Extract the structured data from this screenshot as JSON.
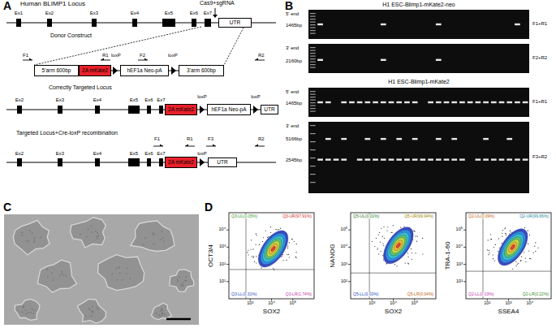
{
  "diagram": {
    "nodes": [
      {
        "text": [
          "UTR"
        ]
      },
      {
        "text": [
          "5'arm 600bp"
        ]
      },
      {
        "text": [
          "2A mKate2"
        ]
      },
      {
        "text": [
          "hEF1a Neo-pA"
        ]
      },
      {
        "text": [
          "3'arm 600bp"
        ]
      },
      {
        "text": [
          "2A mKate2"
        ]
      },
      {
        "text": [
          "hEF1a Neo-pA"
        ]
      },
      {
        "text": [
          "UTR"
        ]
      },
      {
        "text": [
          "2A mKate2"
        ]
      },
      {
        "text": [
          "UTR"
        ]
      }
    ],
    "labels": [
      "A",
      "Human BLIMP1 Locus",
      "Cas9+sgRNA",
      "Ex1",
      "Ex2",
      "Ex3",
      "Ex4",
      "Ex5",
      "Ex6",
      "Ex7",
      "Donor Construct",
      "F1",
      "R1",
      "loxP",
      "F2",
      "loxP",
      "R2",
      "Correctly Targeted Locus",
      "Ex2",
      "Ex3",
      "Ex4",
      "Ex5",
      "Ex6",
      "Ex7",
      "loxP",
      "loxP",
      "Targeted Locus+Cre-loxP recombination",
      "Ex2",
      "Ex3",
      "Ex4",
      "Ex5",
      "Ex6",
      "Ex7",
      "F1",
      "R1",
      "F3",
      "loxP",
      "R2",
      "B",
      "H1 ESC-Blimp1-mKate2-neo",
      "5' end",
      "1465bp",
      "F1+R1",
      "3' end",
      "2160bp",
      "F2+R2",
      "H1 ESC-Blimp1-mKate2",
      "5' end",
      "1465bp",
      "F1+R1",
      "3' end",
      "5166bp",
      "2545bp",
      "F3+R2",
      "C",
      "D",
      "OCT3/4",
      "SOX2",
      "Q3-UL(0.05%)",
      "Q3-UR(97.91%)",
      "Q3-LL(0.31%)",
      "Q3-LR(1.74%)",
      "10¹",
      "10²",
      "10³",
      "10⁴",
      "10³",
      "10⁴",
      "10⁵",
      "NANOG",
      "SOX2",
      "Q5-UL(0.01%)",
      "Q5-UR(99.94%)",
      "Q5-LL(0.00%)",
      "Q5-LR(0.04%)",
      "10²",
      "10³",
      "10⁴",
      "10⁵",
      "10³",
      "10⁴",
      "10⁵",
      "TRA-1-60",
      "SSEA4",
      "Q2-UL(0.09%)",
      "Q2-UR(99.66%)",
      "Q2-LL(0.03%)",
      "Q2-LR(0.22%)",
      "10²",
      "10³",
      "10⁴",
      "10⁵",
      "10²",
      "10³",
      "10⁴"
    ]
  }
}
